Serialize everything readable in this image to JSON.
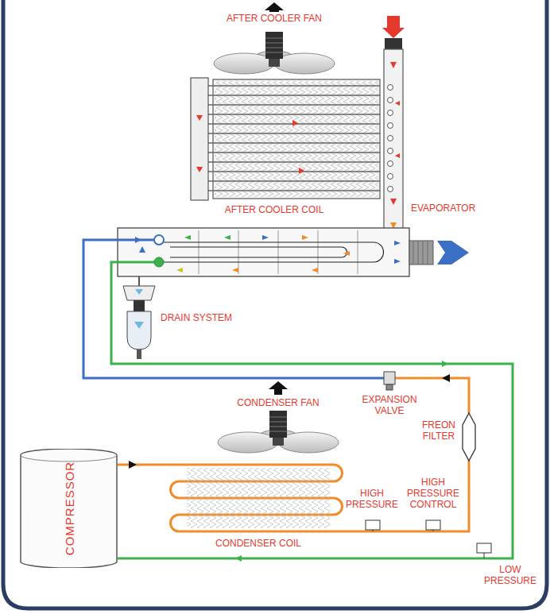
{
  "diagram": {
    "nodes": [
      {
        "text": [
          "COMPRESSOR"
        ]
      }
    ],
    "labels": [
      "AFTER COOLER FAN",
      "AFTER COOLER COIL",
      "EVAPORATOR",
      "DRAIN SYSTEM",
      "CONDENSER FAN",
      "EXPANSION VALVE",
      "FREON FILTER",
      "HIGH PRESSURE",
      "HIGH PRESSURE CONTROL",
      "CONDENSER COIL",
      "LOW PRESSURE"
    ]
  }
}
